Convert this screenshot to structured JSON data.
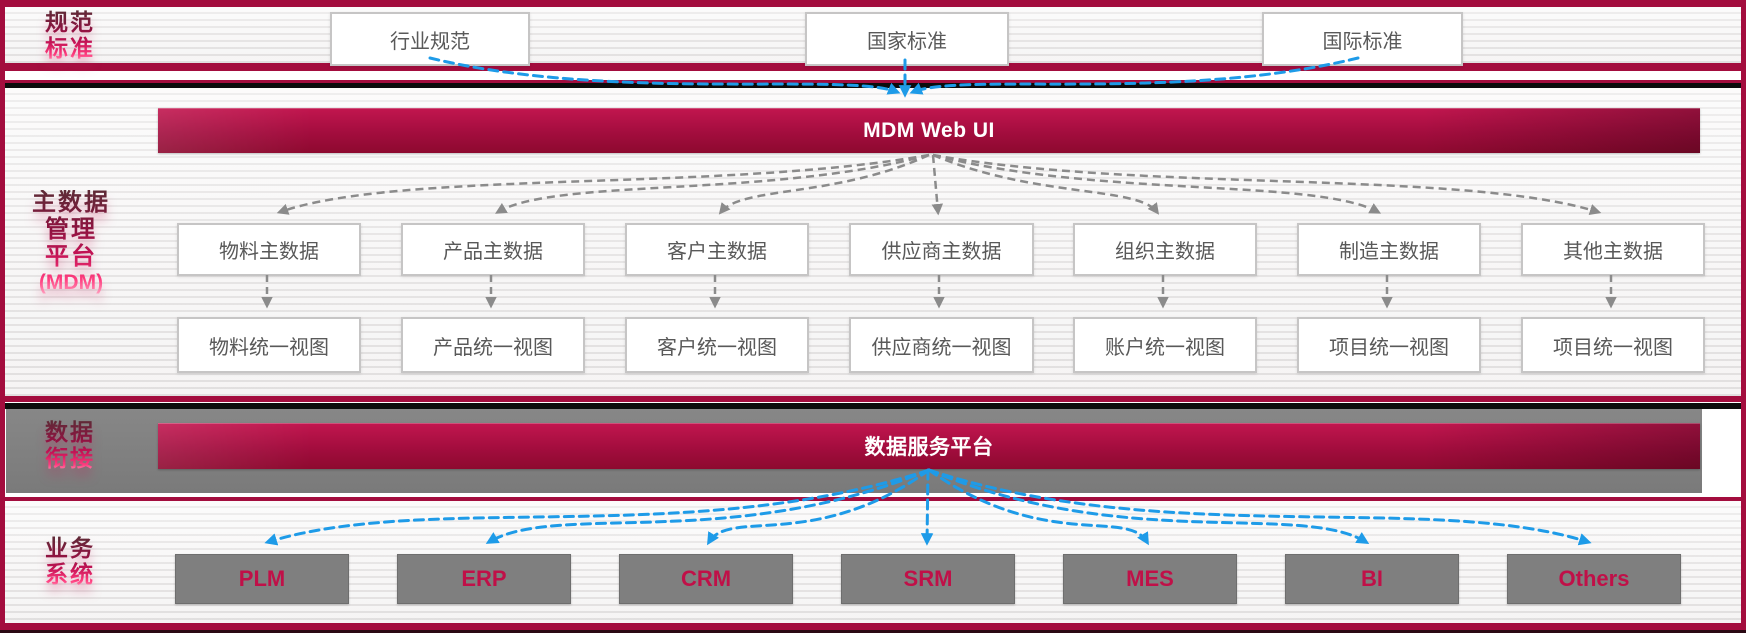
{
  "band_standards": {
    "label_lines": [
      "规范",
      "标准"
    ],
    "boxes": [
      "行业规范",
      "国家标准",
      "国际标准"
    ]
  },
  "band_mdm": {
    "label_lines": [
      "主数据",
      "管理",
      "平台",
      "(MDM)"
    ],
    "banner": "MDM Web UI",
    "master_data": [
      "物料主数据",
      "产品主数据",
      "客户主数据",
      "供应商主数据",
      "组织主数据",
      "制造主数据",
      "其他主数据"
    ],
    "unified_views": [
      "物料统一视图",
      "产品统一视图",
      "客户统一视图",
      "供应商统一视图",
      "账户统一视图",
      "项目统一视图",
      "项目统一视图"
    ]
  },
  "band_link": {
    "label_lines": [
      "数据",
      "衔接"
    ],
    "banner": "数据服务平台"
  },
  "band_systems": {
    "label_lines": [
      "业务",
      "系统"
    ],
    "systems": [
      "PLM",
      "ERP",
      "CRM",
      "SRM",
      "MES",
      "BI",
      "Others"
    ]
  },
  "colors": {
    "crimson": "#a30d3e",
    "banner_gradient_top": "#c2164f",
    "banner_gradient_bottom": "#8d092f",
    "blue_arrow": "#1e9be8",
    "gray_arrow": "#8b8b8b",
    "gray_band": "#7f7f7f",
    "white_box_border": "#c6c5c5",
    "white_box_text": "#595959",
    "system_box_text": "#c01048"
  }
}
